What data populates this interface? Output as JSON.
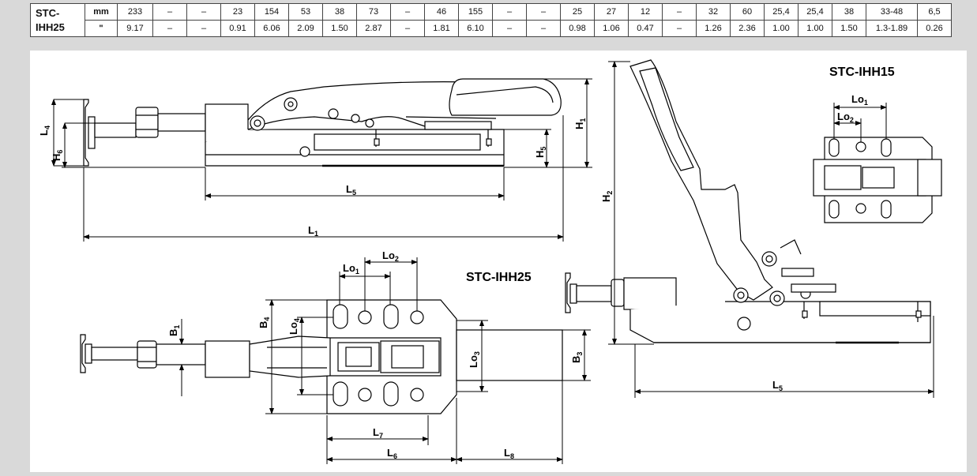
{
  "table": {
    "model": "STC-\nIHH25",
    "rows": [
      {
        "unit": "mm",
        "values": [
          "233",
          "–",
          "–",
          "23",
          "154",
          "53",
          "38",
          "73",
          "–",
          "46",
          "155",
          "–",
          "–",
          "25",
          "27",
          "12",
          "–",
          "32",
          "60",
          "25,4",
          "25,4",
          "38",
          "33-48",
          "6,5"
        ]
      },
      {
        "unit": "\"",
        "values": [
          "9.17",
          "–",
          "–",
          "0.91",
          "6.06",
          "2.09",
          "1.50",
          "2.87",
          "–",
          "1.81",
          "6.10",
          "–",
          "–",
          "0.98",
          "1.06",
          "0.47",
          "–",
          "1.26",
          "2.36",
          "1.00",
          "1.00",
          "1.50",
          "1.3-1.89",
          "0.26"
        ]
      }
    ]
  },
  "drawings": {
    "side_view": {
      "dims": {
        "L": "L",
        "sub_L1": "1",
        "sub_L4": "4",
        "sub_L5": "5",
        "H": "H",
        "sub_H1": "1",
        "sub_H5": "5",
        "sub_H6": "6"
      }
    },
    "top_view": {
      "title": "STC-IHH25",
      "dims": {
        "Lo": "Lo",
        "sub_1": "1",
        "sub_2": "2",
        "sub_3": "3",
        "sub_4": "4",
        "B": "B",
        "sub_B1": "1",
        "sub_B3": "3",
        "sub_B4": "4",
        "L": "L",
        "sub_L6": "6",
        "sub_L7": "7",
        "sub_L8": "8"
      }
    },
    "right_view": {
      "title": "STC-IHH15",
      "dims": {
        "H": "H",
        "sub_H2": "2",
        "L": "L",
        "sub_L5": "5",
        "Lo": "Lo",
        "sub_1": "1",
        "sub_2": "2"
      }
    }
  }
}
